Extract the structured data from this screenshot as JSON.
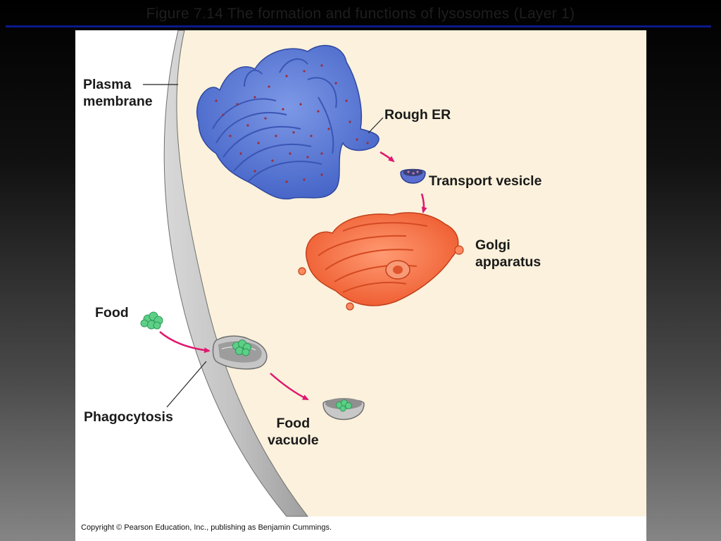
{
  "slide": {
    "title": "Figure 7.14  The formation and functions of lysosomes (Layer 1)"
  },
  "figure": {
    "labels": {
      "plasma_membrane": [
        "Plasma",
        "membrane"
      ],
      "rough_er": "Rough ER",
      "transport_vesicle": "Transport vesicle",
      "golgi_apparatus": [
        "Golgi",
        "apparatus"
      ],
      "food": "Food",
      "phagocytosis": "Phagocytosis",
      "food_vacuole": [
        "Food",
        "vacuole"
      ]
    },
    "copyright": "Copyright © Pearson Education, Inc., publishing as Benjamin Cummings."
  },
  "colors": {
    "cytoplasm": "#fbf1dc",
    "membrane": "#b9b9b9",
    "rough_er": "#5b7ed6",
    "golgi": "#f4734a",
    "food": "#5dcf86",
    "arrow": "#e0176e",
    "title_rule": "#0b1a8a"
  }
}
